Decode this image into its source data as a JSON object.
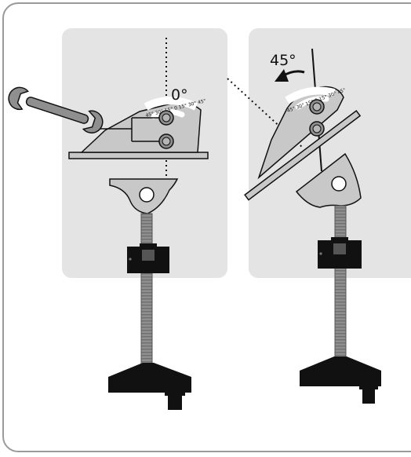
{
  "labels": {
    "angle_left": "0°",
    "angle_right": "45°",
    "scale_left": "45° 30° 15° 0 15° 30° 45°",
    "scale_right": "45° 30° 15° 0 15° 30° 45°"
  },
  "colors": {
    "panel": "#e4e4e4",
    "metal": "#c8c8c8",
    "metal_dark": "#9c9c9c",
    "screw": "#8f8f8f",
    "black": "#111111",
    "frame": "#9a9a9a"
  },
  "icons": {
    "wrench": "wrench-icon",
    "rotate_arrow": "rotate-arrow-icon"
  }
}
